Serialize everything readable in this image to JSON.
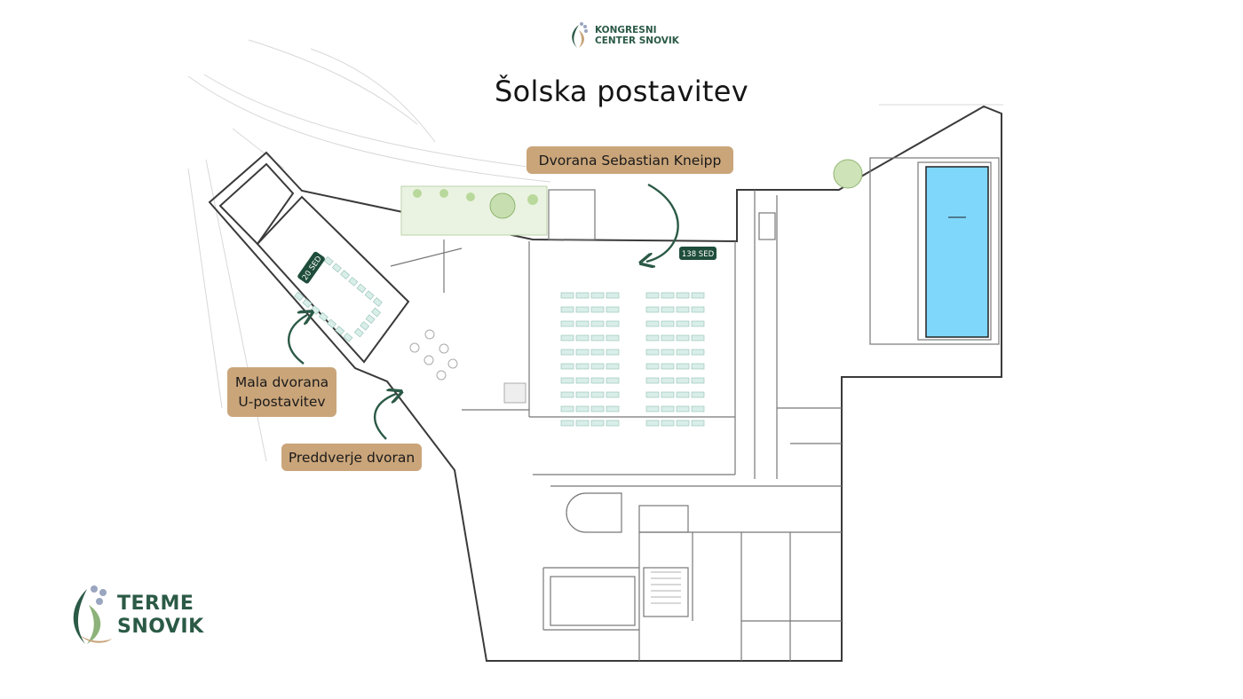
{
  "page": {
    "title": "Šolska postavitev"
  },
  "brand_top": {
    "line1": "KONGRESNI",
    "line2": "CENTER SNOVIK"
  },
  "brand_bottom": {
    "line1": "TERME",
    "line2": "SNOVIK"
  },
  "callouts": {
    "main_hall": "Dvorana Sebastian Kneipp",
    "small_hall_line1": "Mala dvorana",
    "small_hall_line2": "U-postavitev",
    "foyer": "Preddverje dvoran"
  },
  "capacity": {
    "main_hall": "138 SED",
    "small_hall": "20 SED"
  },
  "colors": {
    "brand_green": "#2b5a46",
    "callout_bg": "#caa57a",
    "pool": "#7fd7fb",
    "wall": "#3a3a3a"
  },
  "icons": {
    "brand_logo": "leaf-drop-logo",
    "arrows": "curved-arrow-icon"
  }
}
